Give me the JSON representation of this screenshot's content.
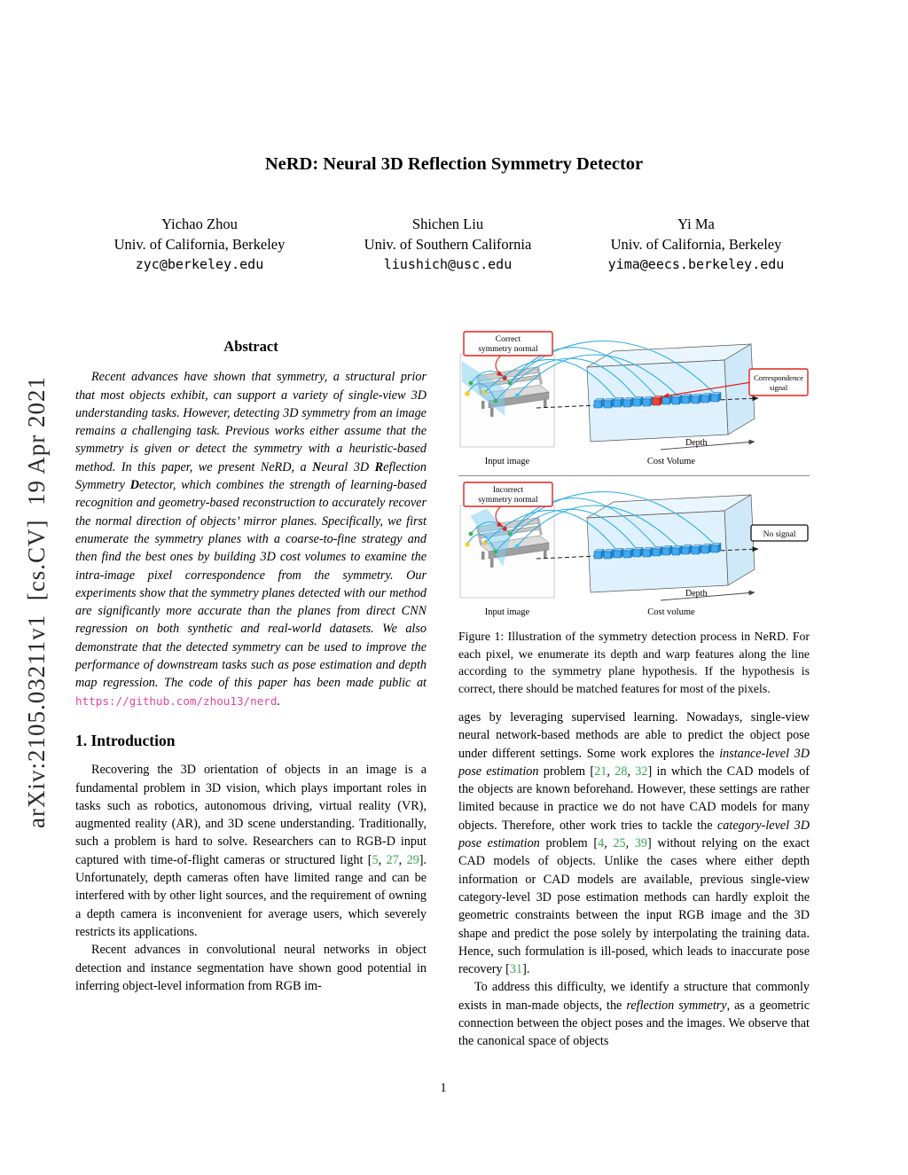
{
  "colors": {
    "cite": "#34a853",
    "url": "#e0469b",
    "accent_red": "#e0231e",
    "arc_blue": "#29abe2"
  },
  "watermark": "arXiv:2105.03211v1  [cs.CV]  19 Apr 2021",
  "title": "NeRD: Neural 3D Reflection Symmetry Detector",
  "authors": [
    {
      "name": "Yichao Zhou",
      "affiliation": "Univ. of California, Berkeley",
      "email": "zyc@berkeley.edu"
    },
    {
      "name": "Shichen Liu",
      "affiliation": "Univ. of Southern California",
      "email": "liushich@usc.edu"
    },
    {
      "name": "Yi Ma",
      "affiliation": "Univ. of California, Berkeley",
      "email": "yima@eecs.berkeley.edu"
    }
  ],
  "abstract": {
    "heading": "Abstract",
    "segments": [
      {
        "s": "Recent advances have shown that symmetry, a structural prior that most objects exhibit, can support a variety of single-view 3D understanding tasks. However, detecting 3D symmetry from an image remains a challenging task. Previous works either assume that the symmetry is given or detect the symmetry with a heuristic-based method. In this paper, we present NeRD, a "
      },
      {
        "s": "N",
        "c": "bd"
      },
      {
        "s": "eural 3D "
      },
      {
        "s": "R",
        "c": "bd"
      },
      {
        "s": "eflection Symmetry "
      },
      {
        "s": "D",
        "c": "bd"
      },
      {
        "s": "etector, which combines the strength of learning-based recognition and geometry-based reconstruction to accurately recover the normal direction of objects’ mirror planes. Specifically, we first enumerate the symmetry planes with a coarse-to-fine strategy and then find the best ones by building 3D cost volumes to examine the intra-image pixel correspondence from the symmetry. Our experiments show that the symmetry planes detected with our method are significantly more accurate than the planes from direct CNN regression on both synthetic and real-world datasets. We also demonstrate that the detected symmetry can be used to improve the performance of downstream tasks such as pose estimation and depth map regression. The code of this paper has been made public at "
      },
      {
        "s": "https://github.com/zhou13/nerd",
        "c": "url"
      },
      {
        "s": "."
      }
    ]
  },
  "intro": {
    "heading": "1. Introduction",
    "p1": [
      {
        "s": "Recovering the 3D orientation of objects in an image is a fundamental problem in 3D vision, which plays important roles in tasks such as robotics, autonomous driving, virtual reality (VR), augmented reality (AR), and 3D scene understanding. Traditionally, such a problem is hard to solve. Researchers can to RGB-D input captured with time-of-flight cameras or structured light ["
      },
      {
        "s": "5",
        "c": "cite"
      },
      {
        "s": ", "
      },
      {
        "s": "27",
        "c": "cite"
      },
      {
        "s": ", "
      },
      {
        "s": "29",
        "c": "cite"
      },
      {
        "s": "]. Unfortunately, depth cameras often have limited range and can be interfered with by other light sources, and the requirement of owning a depth camera is inconvenient for average users, which severely restricts its applications."
      }
    ],
    "p2": [
      {
        "s": "Recent advances in convolutional neural networks in object detection and instance segmentation have shown good potential in inferring object-level information from RGB im-"
      }
    ]
  },
  "figure": {
    "top": {
      "normal_line1": "Correct",
      "normal_line2": "symmetry normal",
      "signal_line1": "Correspondence",
      "signal_line2": "signal",
      "input_label": "Input image",
      "volume_label": "Cost Volume",
      "depth_label": "Depth"
    },
    "bottom": {
      "normal_line1": "Incorrect",
      "normal_line2": "symmetry normal",
      "signal": "No signal",
      "input_label": "Input image",
      "volume_label": "Cost volume",
      "depth_label": "Depth"
    },
    "caption": "Figure 1: Illustration of the symmetry detection process in NeRD. For each pixel, we enumerate its depth and warp features along the line according to the symmetry plane hypothesis. If the hypothesis is correct, there should be matched features for most of the pixels."
  },
  "right_col": {
    "p1": [
      {
        "s": "ages by leveraging supervised learning. Nowadays, single-view neural network-based methods are able to predict the object pose under different settings. Some work explores the "
      },
      {
        "s": "instance-level 3D pose estimation",
        "c": "it"
      },
      {
        "s": " problem ["
      },
      {
        "s": "21",
        "c": "cite"
      },
      {
        "s": ", "
      },
      {
        "s": "28",
        "c": "cite"
      },
      {
        "s": ", "
      },
      {
        "s": "32",
        "c": "cite"
      },
      {
        "s": "] in which the CAD models of the objects are known beforehand. However, these settings are rather limited because in practice we do not have CAD models for many objects. Therefore, other work tries to tackle the "
      },
      {
        "s": "category-level 3D pose estimation",
        "c": "it"
      },
      {
        "s": " problem ["
      },
      {
        "s": "4",
        "c": "cite"
      },
      {
        "s": ", "
      },
      {
        "s": "25",
        "c": "cite"
      },
      {
        "s": ", "
      },
      {
        "s": "39",
        "c": "cite"
      },
      {
        "s": "] without relying on the exact CAD models of objects. Unlike the cases where either depth information or CAD models are available, previous single-view category-level 3D pose estimation methods can hardly exploit the geometric constraints between the input RGB image and the 3D shape and predict the pose solely by interpolating the training data. Hence, such formulation is ill-posed, which leads to inaccurate pose recovery ["
      },
      {
        "s": "31",
        "c": "cite"
      },
      {
        "s": "]."
      }
    ],
    "p2": [
      {
        "s": "To address this difficulty, we identify a structure that commonly exists in man-made objects, the "
      },
      {
        "s": "reflection symmetry",
        "c": "it"
      },
      {
        "s": ", as a geometric connection between the object poses and the images. We observe that the canonical space of objects"
      }
    ]
  },
  "page_number": "1"
}
